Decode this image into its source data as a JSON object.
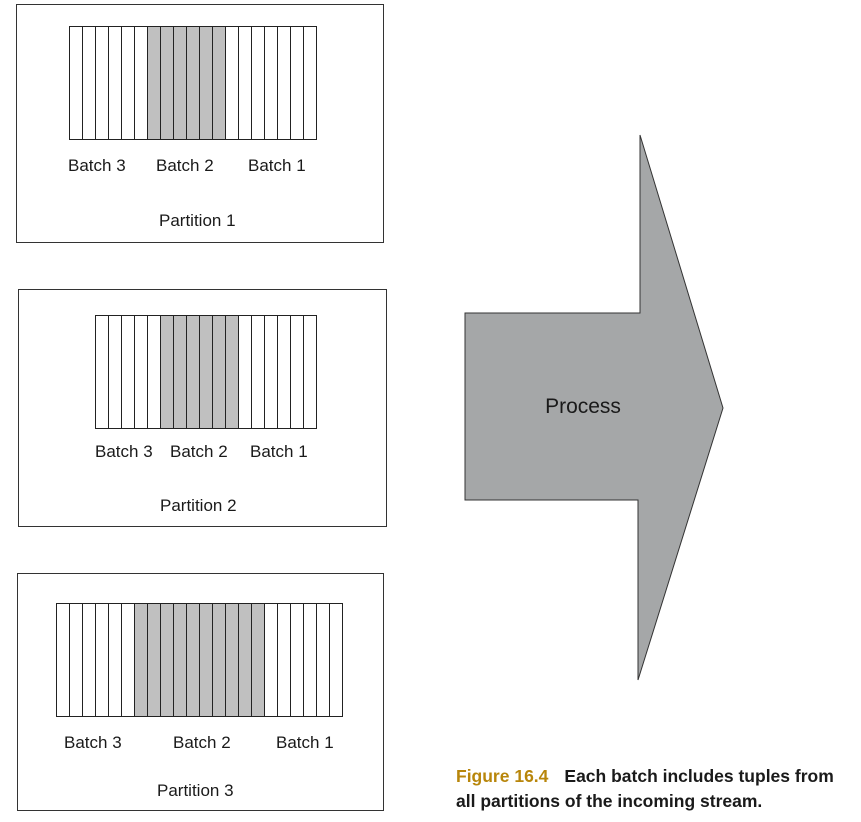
{
  "partitions": [
    {
      "label": "Partition 1",
      "batches": [
        "Batch 3",
        "Batch 2",
        "Batch 1"
      ],
      "tuples": [
        6,
        6,
        7
      ],
      "highlighted_batch": "Batch 2"
    },
    {
      "label": "Partition 2",
      "batches": [
        "Batch 3",
        "Batch 2",
        "Batch 1"
      ],
      "tuples": [
        5,
        6,
        6
      ],
      "highlighted_batch": "Batch 2"
    },
    {
      "label": "Partition 3",
      "batches": [
        "Batch 3",
        "Batch 2",
        "Batch 1"
      ],
      "tuples": [
        6,
        10,
        6
      ],
      "highlighted_batch": "Batch 2"
    }
  ],
  "process": {
    "label": "Process"
  },
  "caption": {
    "figure": "Figure 16.4",
    "text": "Each batch includes tuples from all partitions of the incoming stream."
  },
  "colors": {
    "highlight": "#c0c0c0",
    "arrow_fill": "#a5a7a8",
    "caption_accent": "#b8860b"
  }
}
